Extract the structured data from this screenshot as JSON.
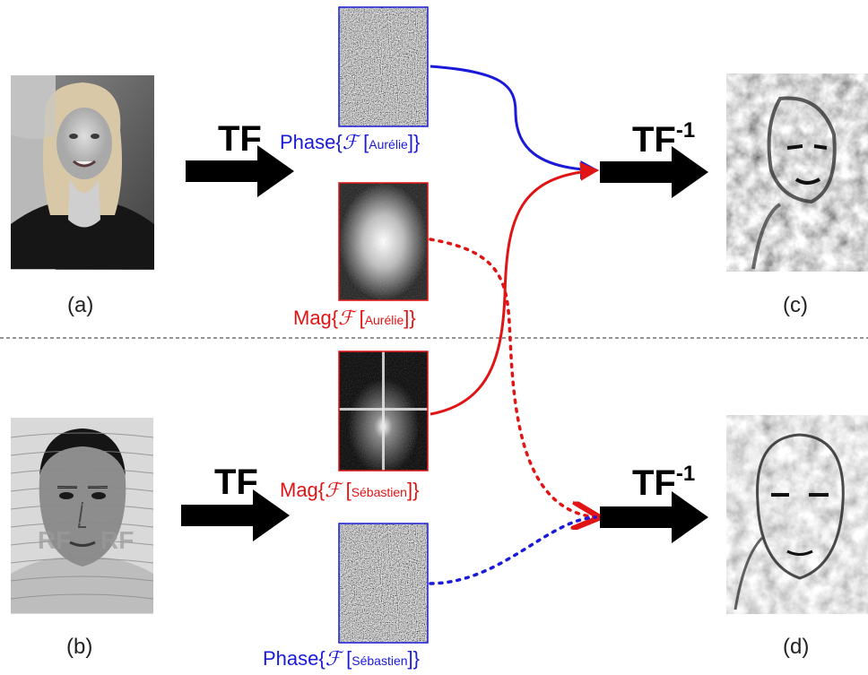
{
  "labels": {
    "a": "(a)",
    "b": "(b)",
    "c": "(c)",
    "d": "(d)"
  },
  "transforms": {
    "forward": "TF",
    "inverse": "TF",
    "inverse_superscript": "-1"
  },
  "captions": {
    "phase_aurelie": {
      "prefix": "Phase{",
      "script": "ℱ",
      "open": " [",
      "name": "Aurélie",
      "close": "]}"
    },
    "mag_aurelie": {
      "prefix": "Mag{",
      "script": "ℱ",
      "open": " [",
      "name": "Aurélie",
      "close": "]}"
    },
    "mag_sebastien": {
      "prefix": "Mag{",
      "script": "ℱ",
      "open": " [",
      "name": "Sébastien",
      "close": "]}"
    },
    "phase_sebastien": {
      "prefix": "Phase{",
      "script": "ℱ",
      "open": " [",
      "name": "Sébastien",
      "close": "]}"
    }
  },
  "colors": {
    "phase": "#1a1ad8",
    "magnitude": "#e01414"
  }
}
